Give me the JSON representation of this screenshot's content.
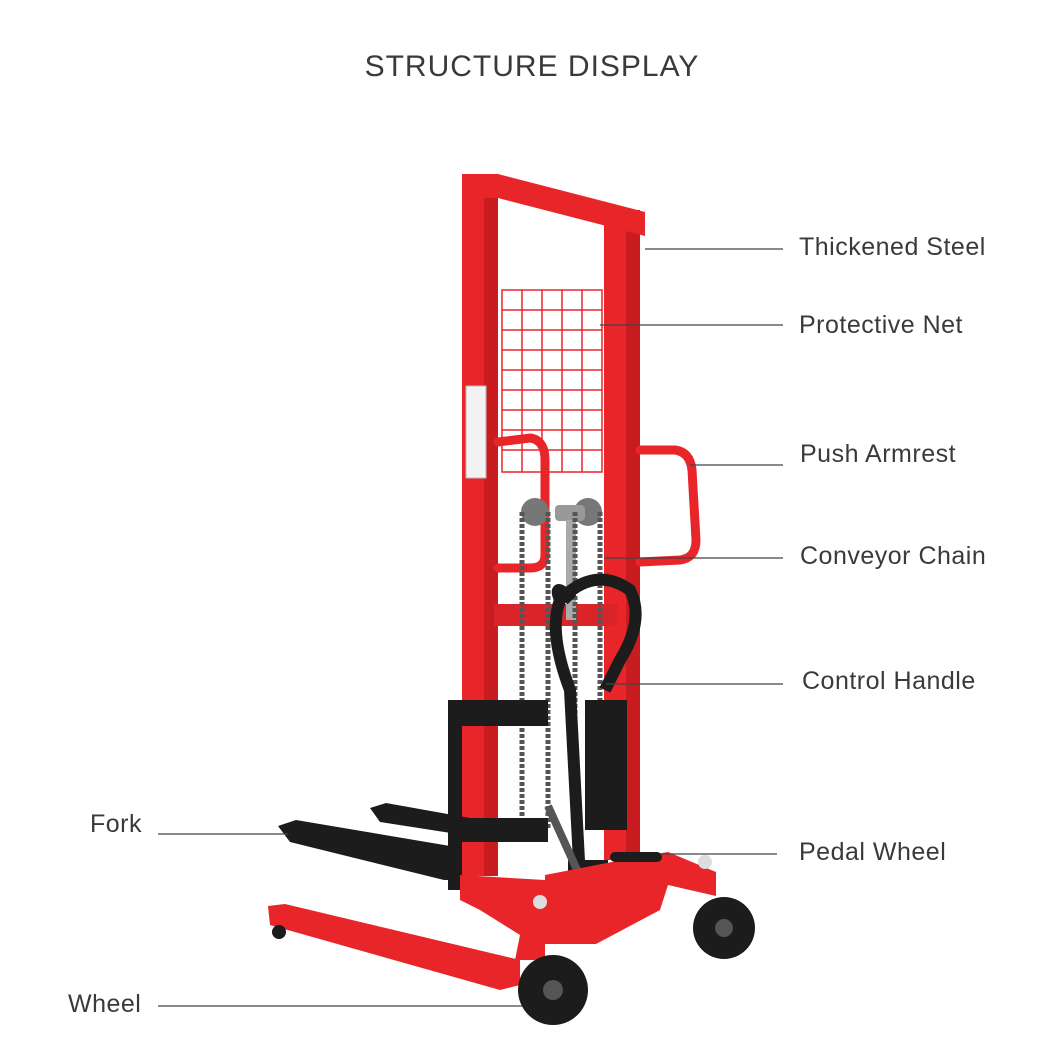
{
  "title": "STRUCTURE DISPLAY",
  "labels": {
    "thickened_steel": "Thickened Steel",
    "protective_net": "Protective Net",
    "push_armrest": "Push Armrest",
    "conveyor_chain": "Conveyor Chain",
    "control_handle": "Control Handle",
    "pedal_wheel": "Pedal Wheel",
    "fork": "Fork",
    "wheel": "Wheel"
  },
  "colors": {
    "frame_red": "#e8262a",
    "dark_red": "#b8161b",
    "black": "#1c1c1c",
    "leader_line": "#444444"
  }
}
